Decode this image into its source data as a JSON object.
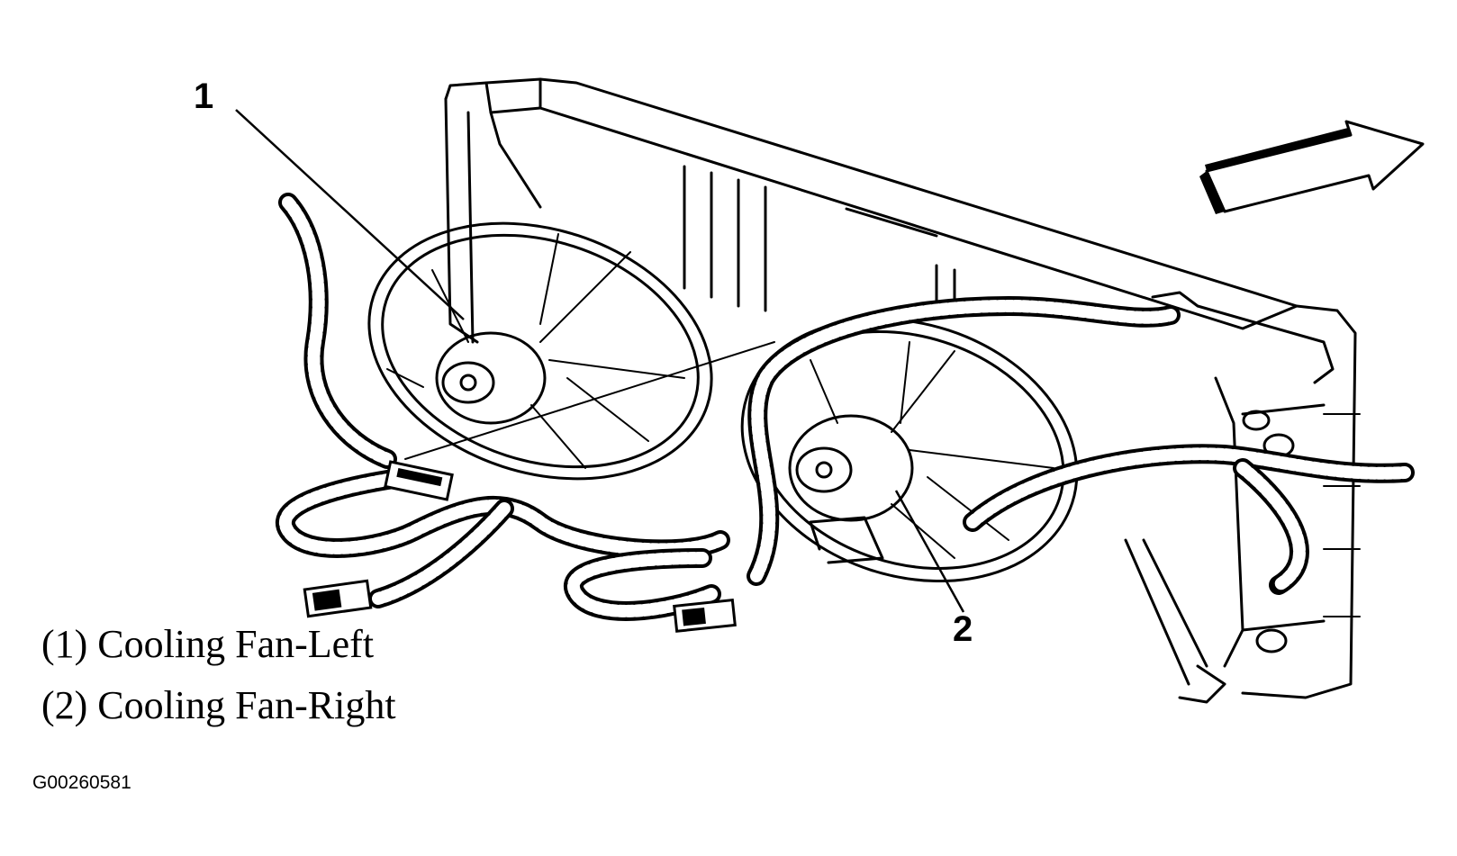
{
  "callouts": [
    {
      "id": "1",
      "label": "1"
    },
    {
      "id": "2",
      "label": "2"
    }
  ],
  "legend": [
    {
      "text": "(1) Cooling Fan-Left"
    },
    {
      "text": "(2) Cooling Fan-Right"
    }
  ],
  "figure_id": "G00260581"
}
